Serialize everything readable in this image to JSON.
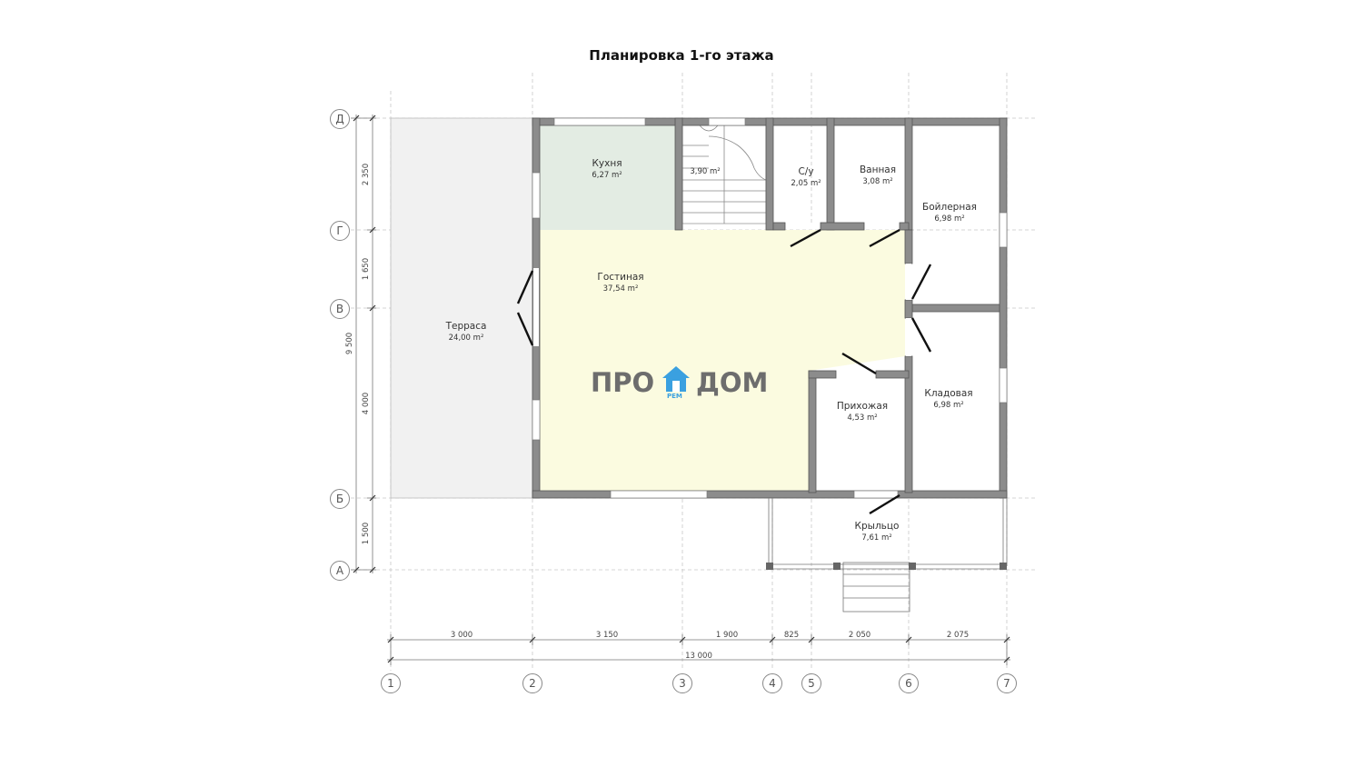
{
  "title": "Планировка 1-го этажа",
  "logo": {
    "left": "ПРО",
    "right": "ДОМ",
    "sub": "РЕМ",
    "accent": "#3aa0e0",
    "text_color": "#6d6d6d",
    "icon": "house-icon"
  },
  "rooms": {
    "kitchen": {
      "name": "Кухня",
      "area": "6,27 m²"
    },
    "stairs": {
      "name": "",
      "area": "3,90 m²"
    },
    "wc": {
      "name": "С/у",
      "area": "2,05 m²"
    },
    "bath": {
      "name": "Ванная",
      "area": "3,08 m²"
    },
    "boiler": {
      "name": "Бойлерная",
      "area": "6,98 m²"
    },
    "living": {
      "name": "Гостиная",
      "area": "37,54 m²"
    },
    "terrace": {
      "name": "Терраса",
      "area": "24,00 m²"
    },
    "hall": {
      "name": "Прихожая",
      "area": "4,53 m²"
    },
    "storage": {
      "name": "Кладовая",
      "area": "6,98 m²"
    },
    "porch": {
      "name": "Крыльцо",
      "area": "7,61 m²"
    }
  },
  "dimensions": {
    "horizontal": [
      "3 000",
      "3 150",
      "1 900",
      "825",
      "2 050",
      "2 075"
    ],
    "horizontal_total": "13 000",
    "vertical": [
      "2 350",
      "1 650",
      "4 000",
      "1 500"
    ],
    "vertical_total": "9 500"
  },
  "axes": {
    "columns": [
      "1",
      "2",
      "3",
      "4",
      "5",
      "6",
      "7"
    ],
    "rows": [
      "Д",
      "Г",
      "В",
      "Б",
      "А"
    ]
  },
  "colors": {
    "wall": "#8a8a8a",
    "kitchen_fill": "#e3ece3",
    "living_fill": "#fbfbe0",
    "terrace_fill": "#f1f1f1"
  }
}
